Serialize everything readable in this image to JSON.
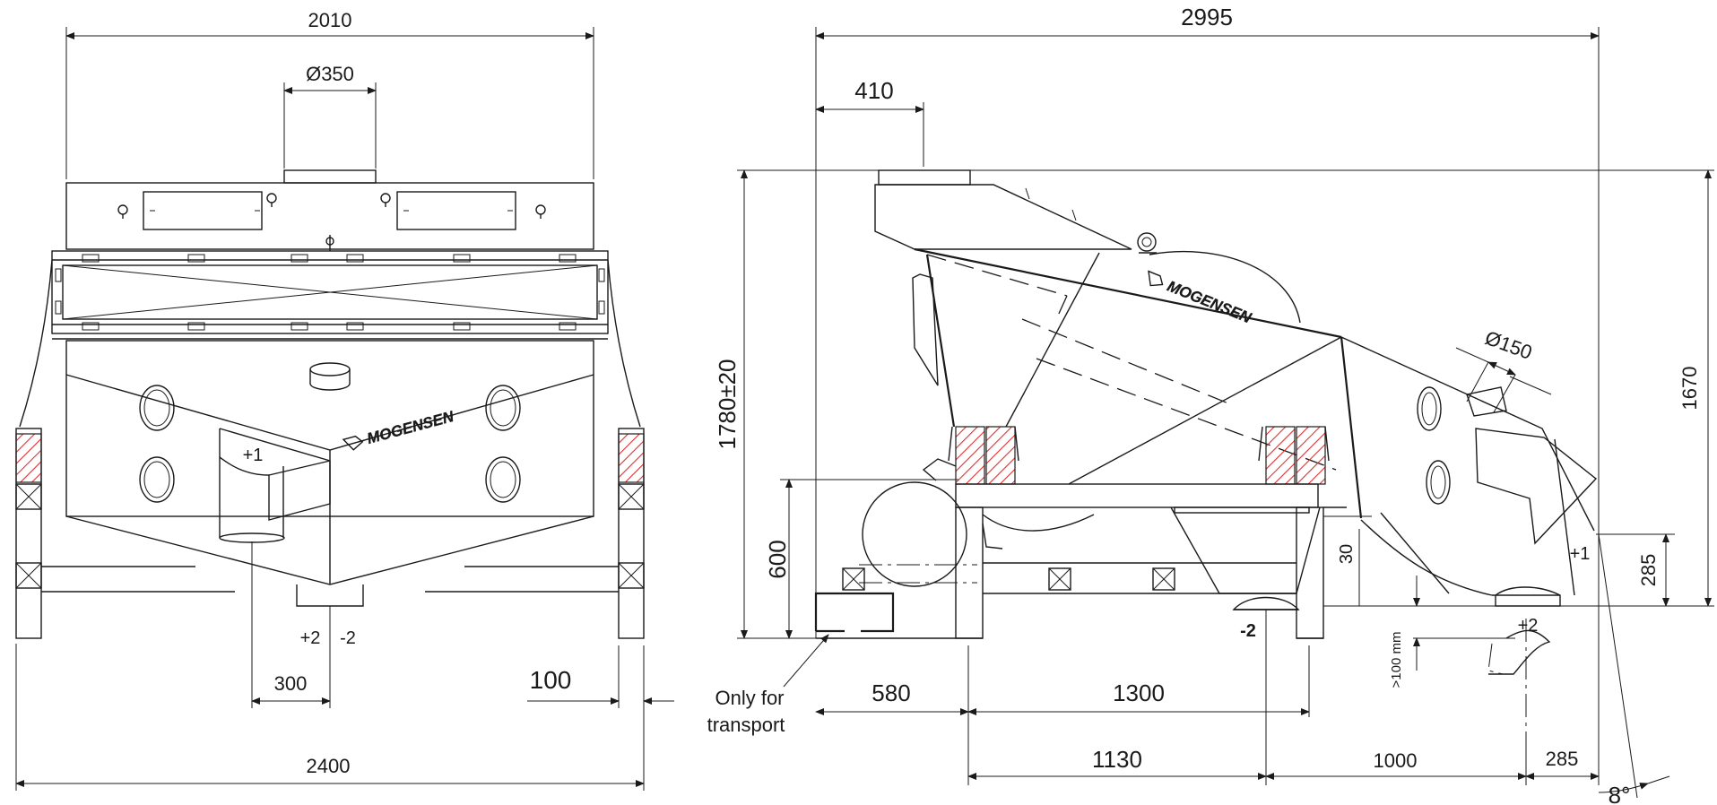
{
  "front_view": {
    "dim_overall_top": "2010",
    "dim_outlet_diameter": "Ø350",
    "dim_overall_bottom": "2400",
    "dim_outlet_offset": "300",
    "dim_leg_width": "100",
    "label_plus1": "+1",
    "label_plus2": "+2",
    "label_minus2": "-2",
    "brand_logo": "MOGENSEN"
  },
  "side_view": {
    "dim_overall_length": "2995",
    "dim_inlet_offset": "410",
    "dim_overall_height": "1780±20",
    "dim_height_1670": "1670",
    "dim_height_600": "600",
    "dim_outlet_diameter": "Ø150",
    "dim_285_vertical": "285",
    "dim_30": "30",
    "dim_clearance": ">100 mm",
    "dim_580": "580",
    "dim_1300": "1300",
    "dim_1130": "1130",
    "dim_1000": "1000",
    "dim_285_horizontal": "285",
    "dim_angle": "8°",
    "label_plus1": "+1",
    "label_plus2": "+2",
    "label_minus2": "-2",
    "note_transport_line1": "Only for",
    "note_transport_line2": "transport",
    "brand_logo": "MOGENSEN"
  },
  "colors": {
    "line": "#1a1a1a",
    "hatch": "#e03030",
    "background": "#ffffff"
  }
}
